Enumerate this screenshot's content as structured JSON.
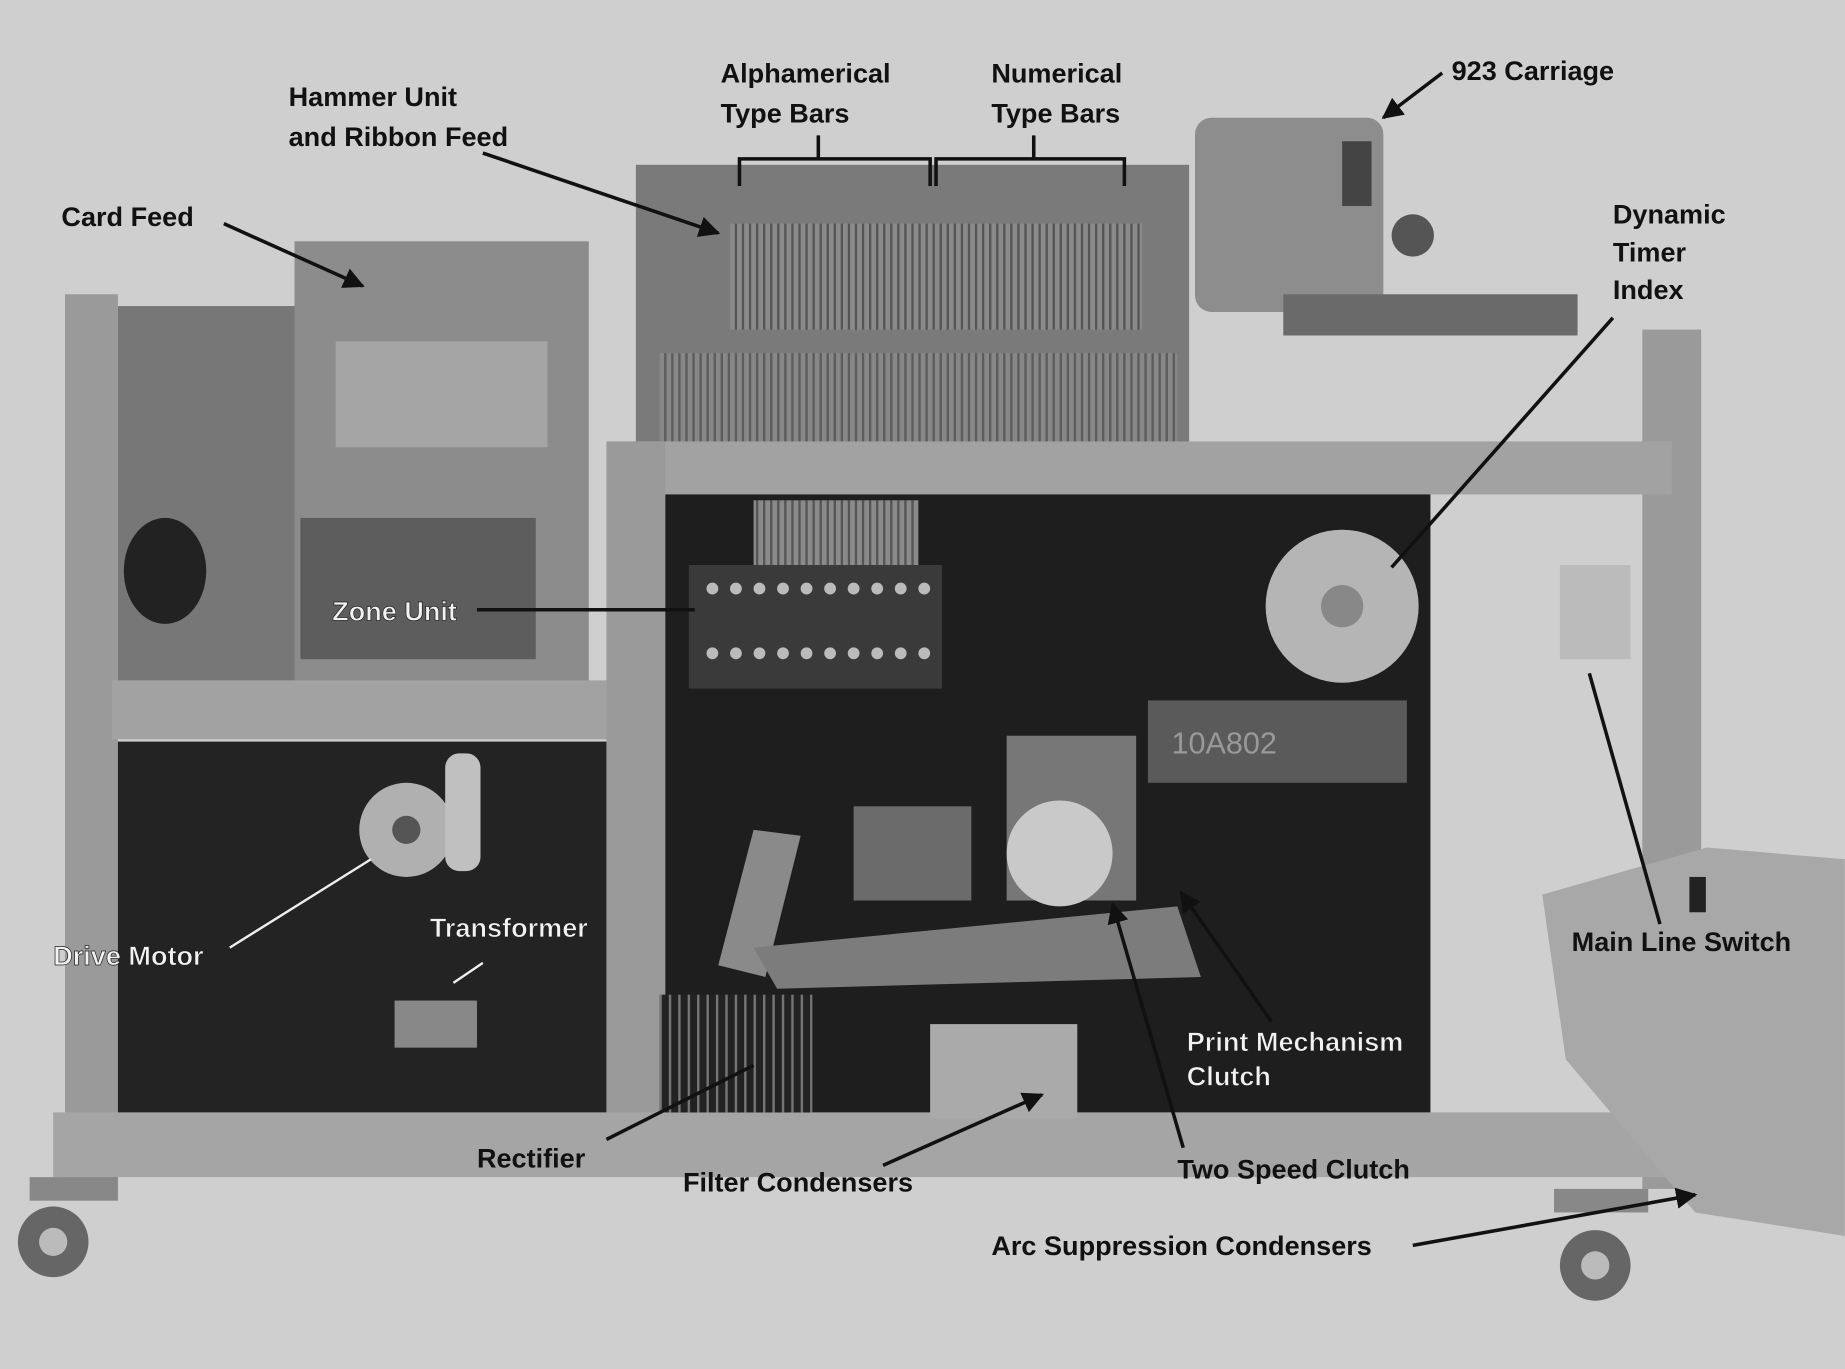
{
  "figure": {
    "style": "grayscale photograph with callout labels",
    "colors": {
      "background": "#cfcfcf",
      "frame": "#9a9a9a",
      "interior": "#1e1e1e",
      "label": "#111111",
      "label_on_dark": "#f2f2f2"
    },
    "labels": {
      "hammer_unit": [
        "Hammer Unit",
        "and Ribbon Feed"
      ],
      "alphamerical": [
        "Alphamerical",
        "Type Bars"
      ],
      "numerical": [
        "Numerical",
        "Type Bars"
      ],
      "carriage": "923 Carriage",
      "card_feed": "Card Feed",
      "dynamic_timer": [
        "Dynamic",
        "Timer",
        "Index"
      ],
      "zone_unit": "Zone Unit",
      "drive_motor": "Drive Motor",
      "transformer": "Transformer",
      "main_line_switch": "Main Line Switch",
      "print_clutch": [
        "Print Mechanism",
        "Clutch"
      ],
      "rectifier": "Rectifier",
      "filter_condensers": "Filter Condensers",
      "two_speed_clutch": "Two Speed Clutch",
      "arc_suppression": "Arc Suppression Condensers",
      "panel_marking": "10A802"
    }
  }
}
